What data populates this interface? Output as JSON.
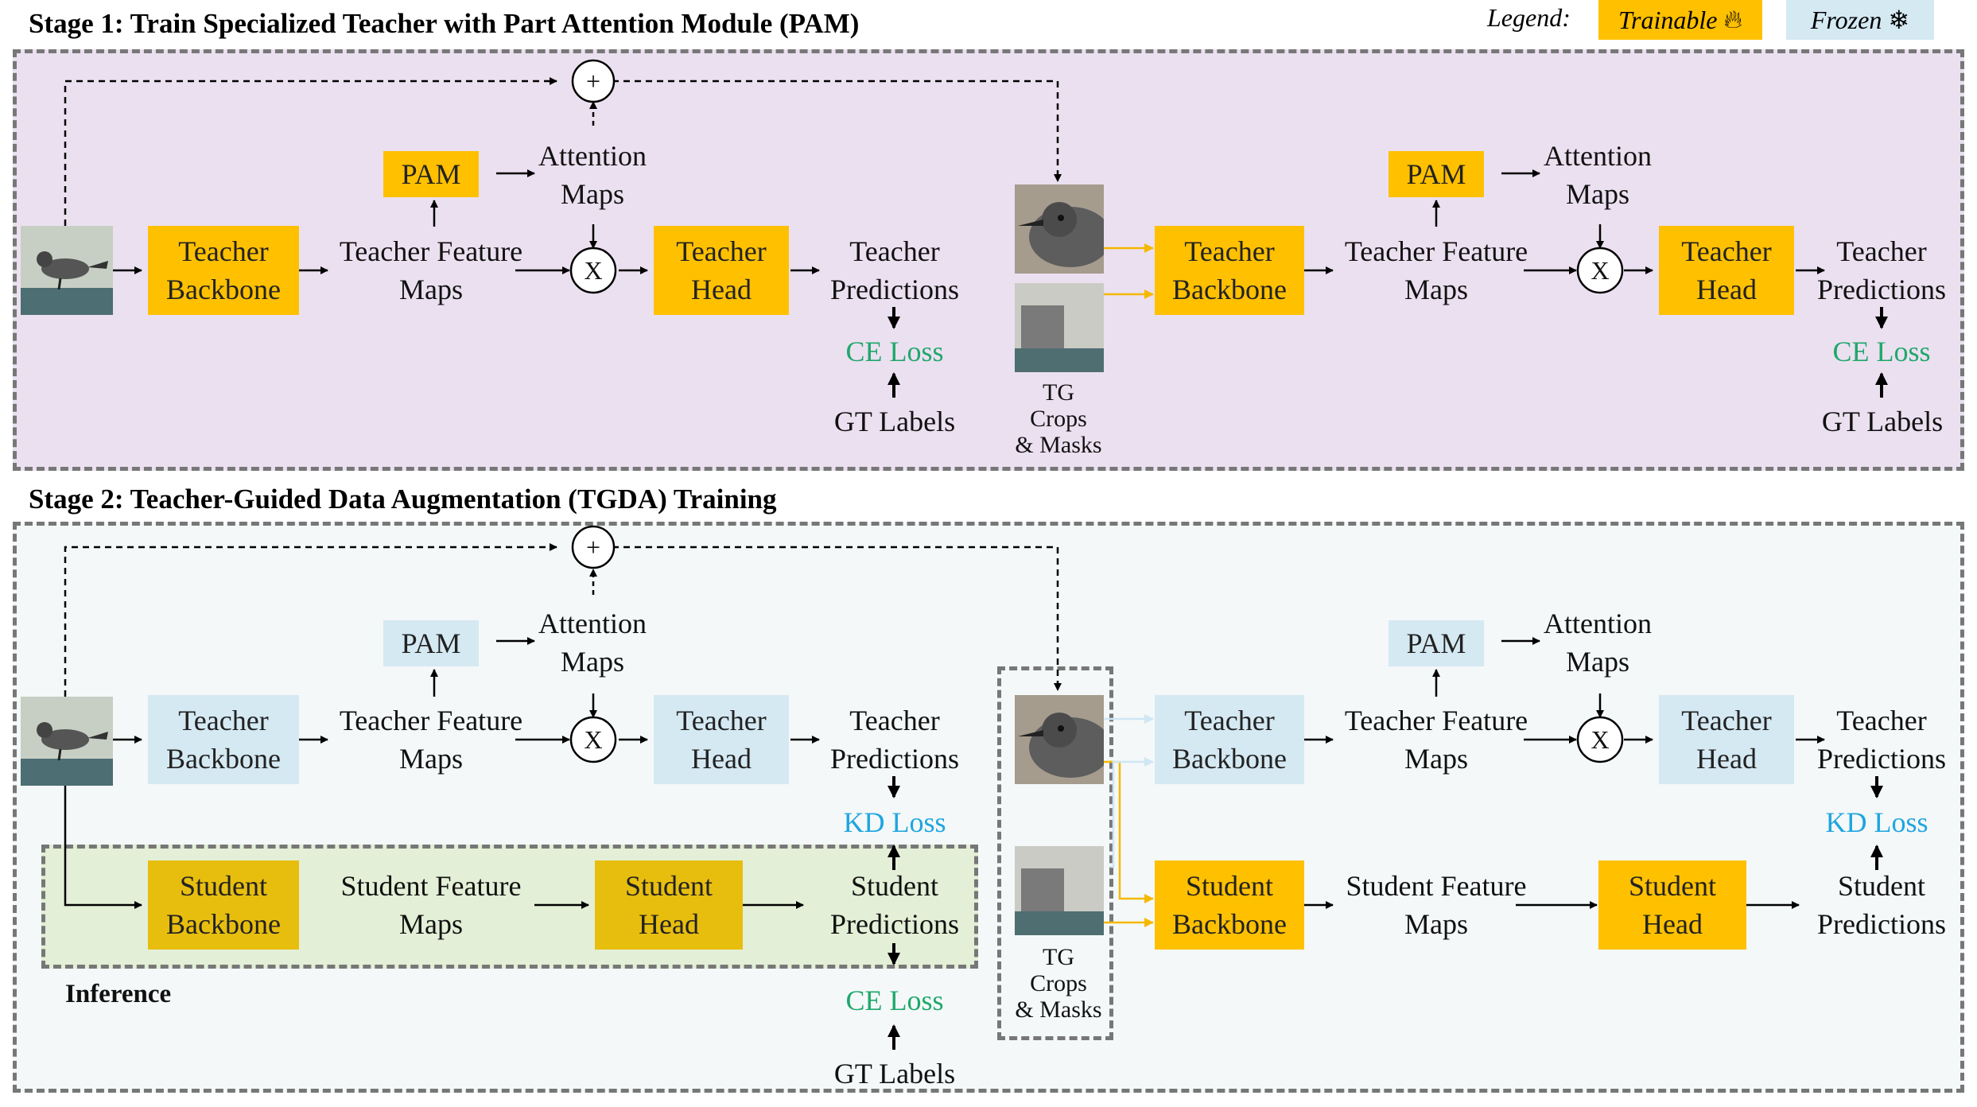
{
  "stage1": {
    "title": "Stage 1: Train Specialized Teacher with Part Attention Module (PAM)",
    "left": {
      "teacher_backbone": "Teacher\nBackbone",
      "pam": "PAM",
      "attention_maps": "Attention\nMaps",
      "feature_maps": "Teacher Feature\nMaps",
      "teacher_head": "Teacher\nHead",
      "predictions": "Teacher\nPredictions",
      "ce_loss": "CE Loss",
      "gt_labels": "GT Labels",
      "multiply": "X",
      "plus": "+"
    },
    "crops_caption": "TG\nCrops\n& Masks",
    "right": {
      "teacher_backbone": "Teacher\nBackbone",
      "pam": "PAM",
      "attention_maps": "Attention\nMaps",
      "feature_maps": "Teacher Feature\nMaps",
      "teacher_head": "Teacher\nHead",
      "predictions": "Teacher\nPredictions",
      "ce_loss": "CE Loss",
      "gt_labels": "GT Labels",
      "multiply": "X"
    }
  },
  "legend": {
    "label": "Legend:",
    "trainable": "Trainable",
    "trainable_icon": "flame-icon",
    "frozen": "Frozen",
    "frozen_icon": "snowflake-icon",
    "trainable_color": "#ffc000",
    "frozen_color": "#d5e9f3"
  },
  "stage2": {
    "title": "Stage 2: Teacher-Guided Data Augmentation (TGDA) Training",
    "left": {
      "teacher_backbone": "Teacher\nBackbone",
      "pam": "PAM",
      "attention_maps": "Attention\nMaps",
      "feature_maps": "Teacher Feature\nMaps",
      "teacher_head": "Teacher\nHead",
      "predictions": "Teacher\nPredictions",
      "kd_loss": "KD Loss",
      "student_backbone": "Student\nBackbone",
      "student_feature_maps": "Student Feature\nMaps",
      "student_head": "Student\nHead",
      "student_predictions": "Student\nPredictions",
      "ce_loss": "CE Loss",
      "gt_labels": "GT Labels",
      "inference": "Inference",
      "multiply": "X",
      "plus": "+"
    },
    "crops_caption": "TG\nCrops\n& Masks",
    "right": {
      "teacher_backbone": "Teacher\nBackbone",
      "pam": "PAM",
      "attention_maps": "Attention\nMaps",
      "feature_maps": "Teacher Feature\nMaps",
      "teacher_head": "Teacher\nHead",
      "predictions": "Teacher\nPredictions",
      "kd_loss": "KD Loss",
      "student_backbone": "Student\nBackbone",
      "student_feature_maps": "Student Feature\nMaps",
      "student_head": "Student\nHead",
      "student_predictions": "Student\nPredictions",
      "multiply": "X"
    }
  },
  "colors": {
    "trainable": "#ffc000",
    "student_trainable": "#e8be0e",
    "frozen": "#d5e9f3",
    "stage1_bg": "#ebe0f0",
    "stage2_bg": "#f4f8f8",
    "inference_bg": "#e3efd6",
    "ce_loss_text": "#1fa86b",
    "kd_loss_text": "#1ea5e0",
    "crop_arrow": "#f5b800"
  }
}
